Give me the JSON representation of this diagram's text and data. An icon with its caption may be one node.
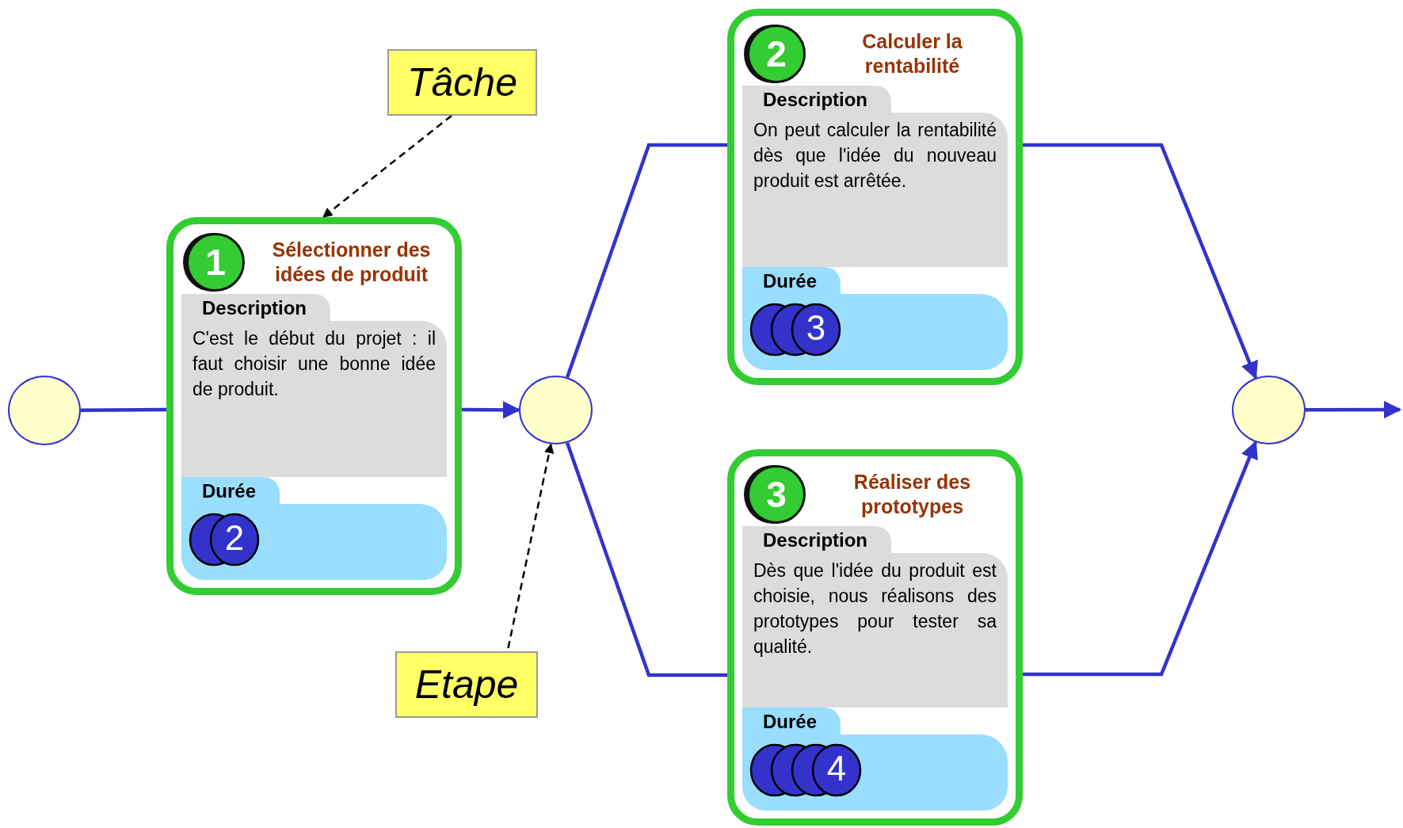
{
  "diagram": {
    "nodes": [
      {
        "text": [],
        "shape": "circle"
      },
      {
        "text": [
          "Tâche"
        ]
      },
      {
        "text": [
          "1",
          "Sélectionner des idées de produit",
          "Description",
          "C'est le début du projet : il faut choisir une bonne idée de produit.",
          "Durée",
          "2"
        ]
      },
      {
        "text": [],
        "shape": "circle"
      },
      {
        "text": [
          "Etape"
        ]
      },
      {
        "text": [
          "2",
          "Calculer la rentabilité",
          "Description",
          "On peut calculer la rentabilité dès que l'idée du nouveau produit est arrêtée.",
          "Durée",
          "3"
        ]
      },
      {
        "text": [
          "3",
          "Réaliser des prototypes",
          "Description",
          "Dès que l'idée du produit est choisie, nous réalisons des prototypes pour tester sa qualité.",
          "Durée",
          "4"
        ]
      },
      {
        "text": [],
        "shape": "circle"
      }
    ],
    "edges": [
      {
        "from": 0,
        "to": 2,
        "arrow": "none"
      },
      {
        "from": 2,
        "to": 3,
        "arrow": "to"
      },
      {
        "from": 3,
        "to": 5,
        "arrow": "none"
      },
      {
        "from": 3,
        "to": 6,
        "arrow": "none"
      },
      {
        "from": 5,
        "to": 7,
        "arrow": "to"
      },
      {
        "from": 6,
        "to": 7,
        "arrow": "to"
      },
      {
        "from": 7,
        "to": null,
        "arrow": "to"
      },
      {
        "from": 1,
        "to": 2,
        "arrow": "to",
        "style": "dashed",
        "color": "#000000"
      },
      {
        "from": 4,
        "to": 3,
        "arrow": "to",
        "style": "dashed",
        "color": "#000000"
      }
    ]
  }
}
